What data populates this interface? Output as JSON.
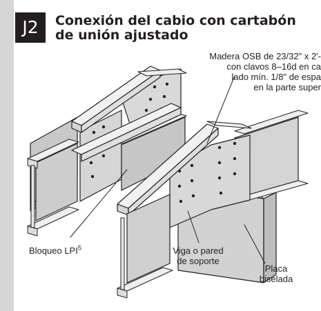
{
  "badge": "J2",
  "title": {
    "line1": "Conexión del cabio con cartabón",
    "line2": "de unión ajustado"
  },
  "labels": {
    "osb": {
      "line1": "Madera OSB de 23/32\" x 2'-",
      "line2": "con clavos 8–16d en ca",
      "line3": "lado mín. 1/8\" de espa",
      "line4": "en la parte super"
    },
    "lpi": {
      "text": "Bloqueo LPI",
      "sup": "5"
    },
    "viga": {
      "line1": "Viga o pared",
      "line2": "de soporte"
    },
    "placa": {
      "line1": "Placa",
      "line2": "biselada"
    }
  },
  "colors": {
    "band": "#d6d6d6",
    "ink": "#231f20",
    "panel": "#c9c9c9",
    "panel_dark": "#b3b3b3",
    "flange": "#eeeeee",
    "flange_side": "#d0d0d0",
    "wood": "#dcdcdc"
  }
}
